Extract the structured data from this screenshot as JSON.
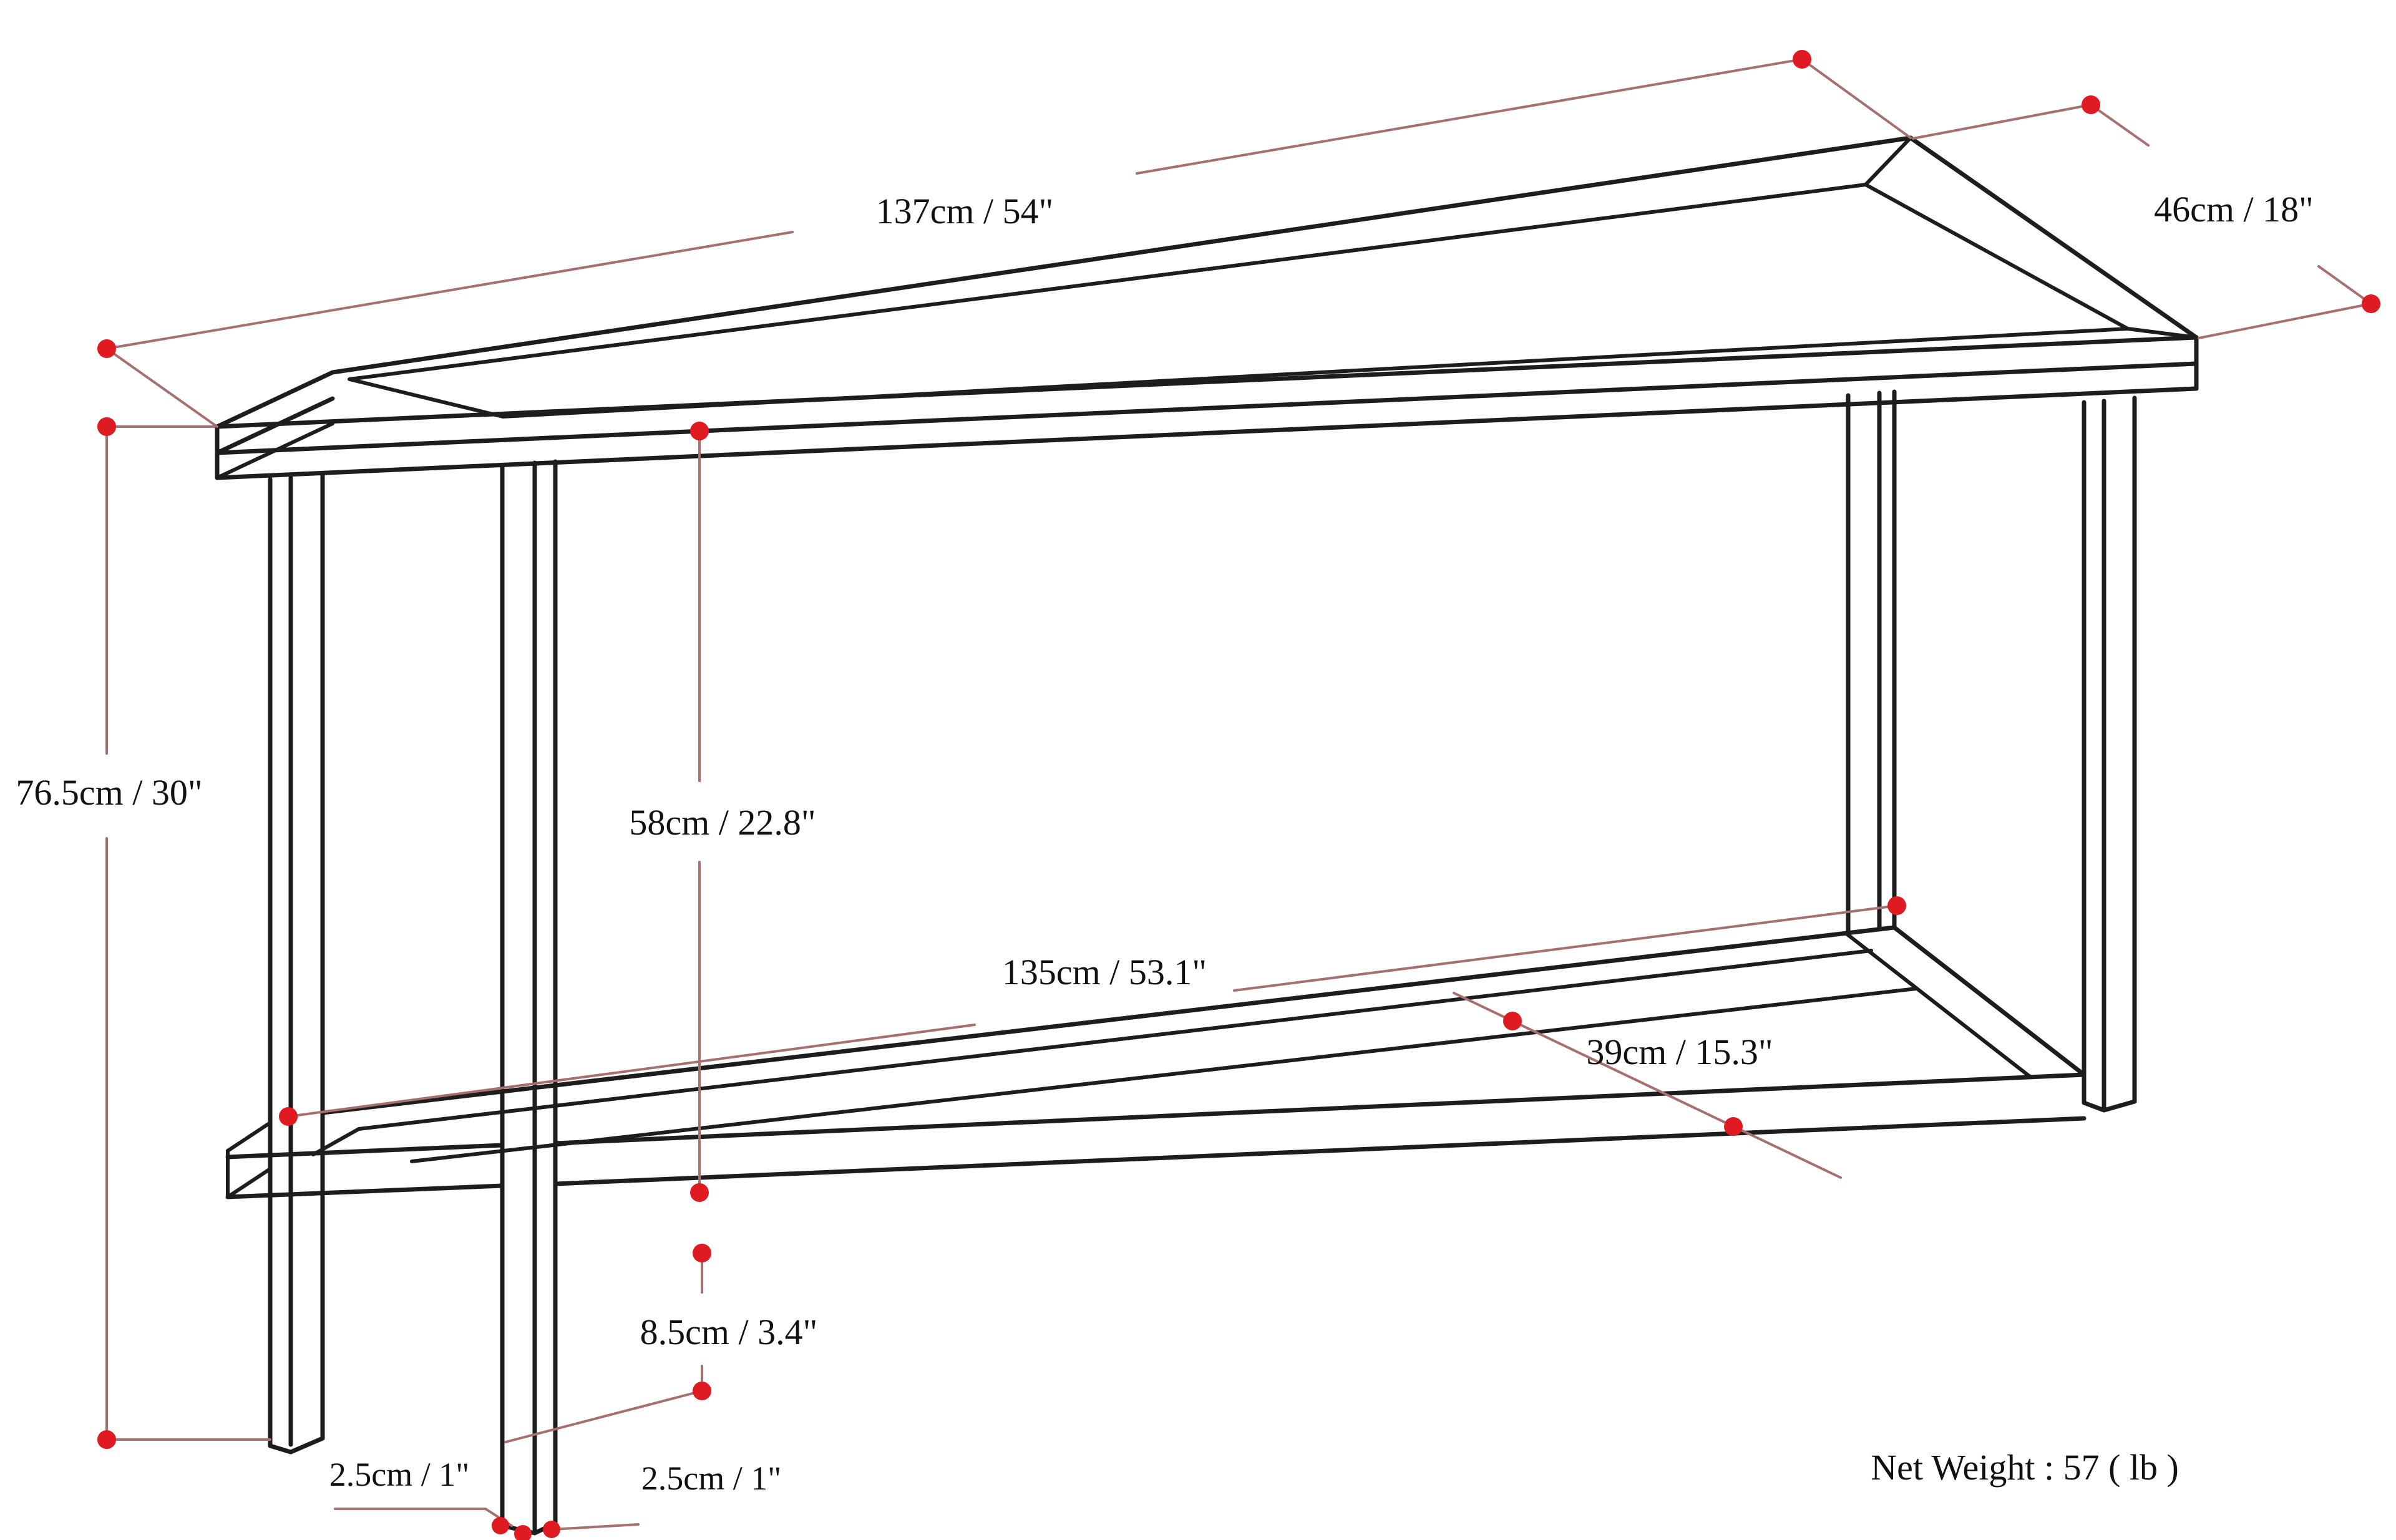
{
  "diagram": {
    "kind": "furniture dimension drawing",
    "subject": "console sofa table with lower slat shelf",
    "background_color": "#ffffff",
    "drawing_line_color": "#1d1d1d",
    "dimension_line_color": "#a86f6f",
    "dimension_dot_color": "#df1a21",
    "text_color": "#111111"
  },
  "dimensions": {
    "top_length": {
      "cm": "137",
      "inch": "54",
      "label": "137cm / 54\""
    },
    "top_depth": {
      "cm": "46",
      "inch": "18",
      "label": "46cm / 18\""
    },
    "overall_height": {
      "cm": "76.5",
      "inch": "30",
      "label": "76.5cm / 30\""
    },
    "top_to_shelf": {
      "cm": "58",
      "inch": "22.8",
      "label": "58cm / 22.8\""
    },
    "shelf_length": {
      "cm": "135",
      "inch": "53.1",
      "label": "135cm / 53.1\""
    },
    "shelf_depth": {
      "cm": "39",
      "inch": "15.3",
      "label": "39cm / 15.3\""
    },
    "shelf_clearance": {
      "cm": "8.5",
      "inch": "3.4",
      "label": "8.5cm / 3.4\""
    },
    "leg_width_left": {
      "cm": "2.5",
      "inch": "1",
      "label": "2.5cm / 1\""
    },
    "leg_width_right": {
      "cm": "2.5",
      "inch": "1",
      "label": "2.5cm / 1\""
    }
  },
  "footer": {
    "net_weight_label": "Net Weight : 57 ( lb )"
  }
}
